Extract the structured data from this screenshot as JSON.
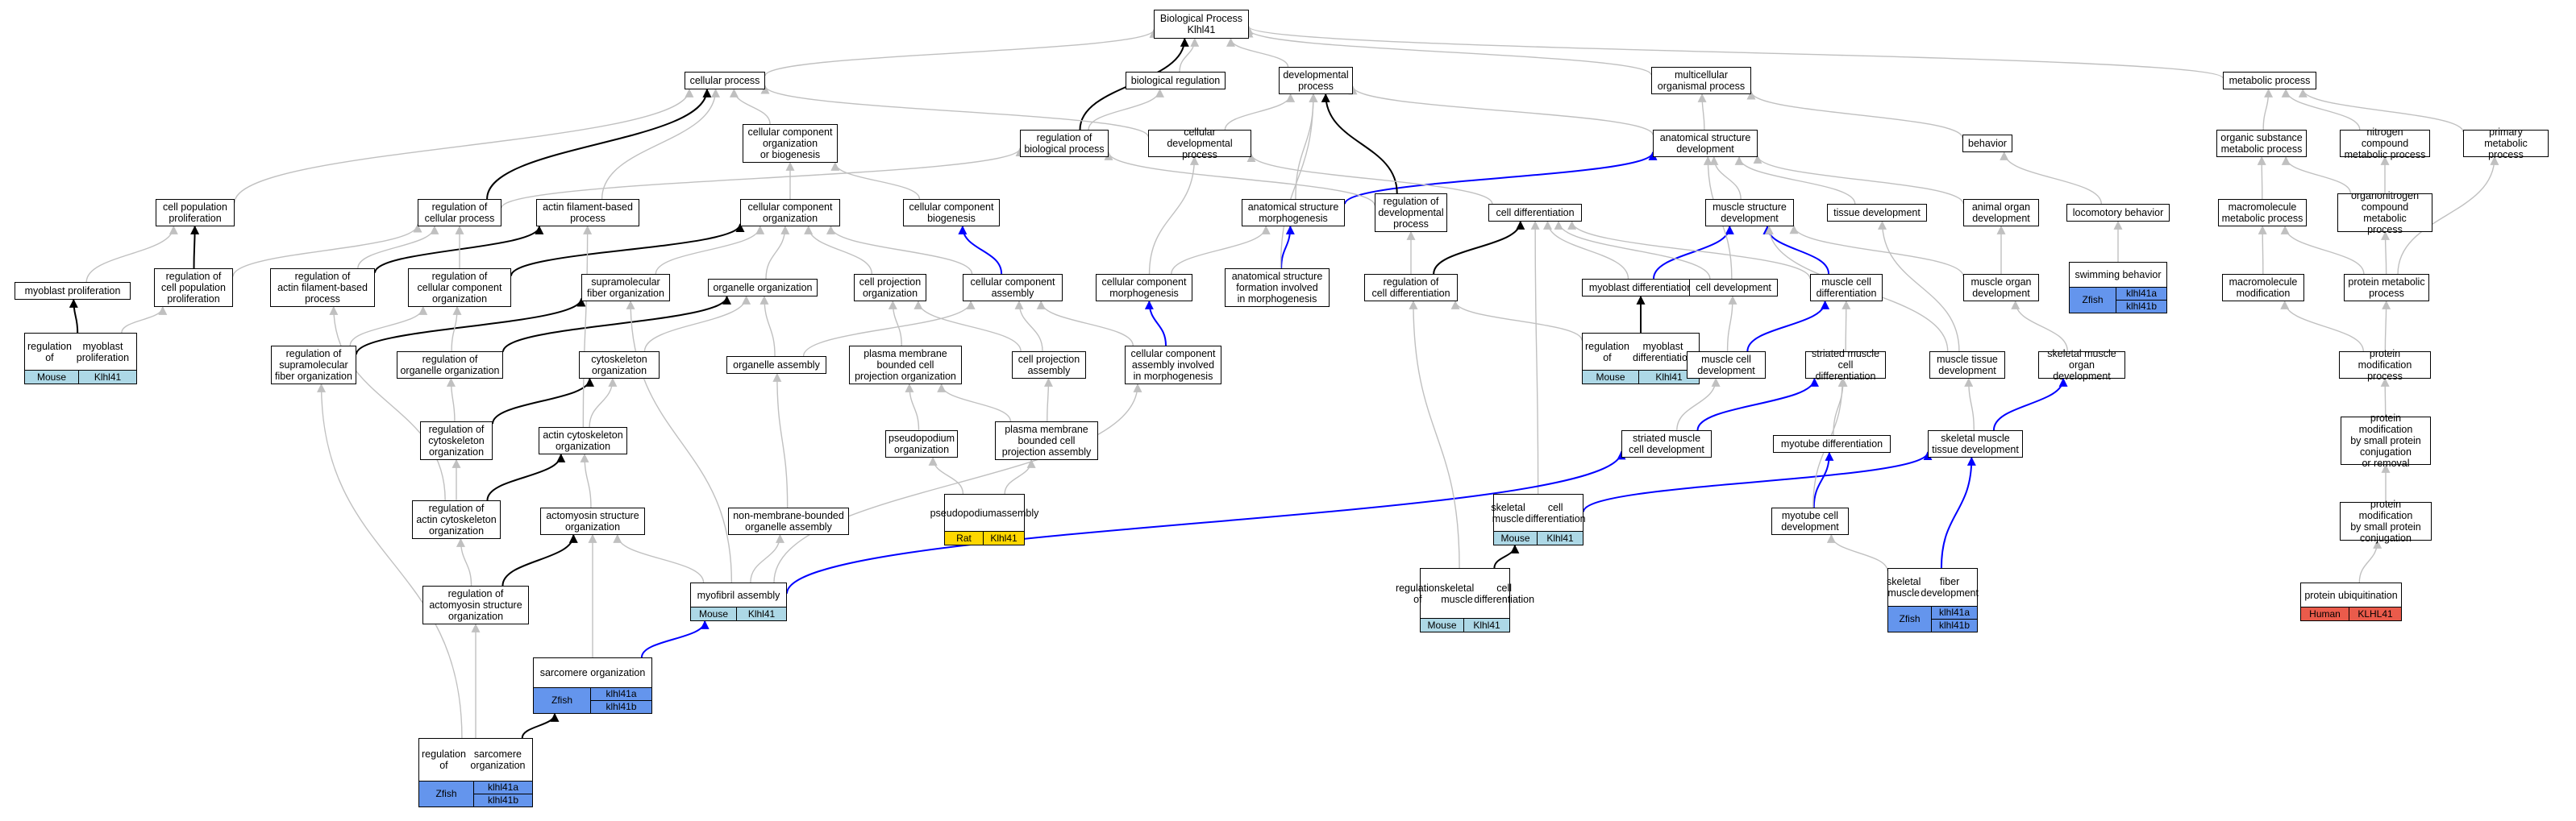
{
  "graph": {
    "colors": {
      "gray": "#c0c0c0",
      "black": "#000000",
      "blue": "#0000ff",
      "Mouse": "#add8e6",
      "Zfish": "#6495ed",
      "Rat": "#ffd700",
      "Human": "#ea5b4b"
    },
    "nodes": [
      {
        "id": "bp",
        "lines": [
          "Biological Process",
          "Klhl41"
        ]
      },
      {
        "id": "cp",
        "lines": [
          "cellular process"
        ]
      },
      {
        "id": "breg",
        "lines": [
          "biological regulation"
        ]
      },
      {
        "id": "dp",
        "lines": [
          "developmental",
          "process"
        ]
      },
      {
        "id": "mop",
        "lines": [
          "multicellular",
          "organismal process"
        ]
      },
      {
        "id": "metp",
        "lines": [
          "metabolic process"
        ]
      },
      {
        "id": "ccob",
        "lines": [
          "cellular component",
          "organization",
          "or biogenesis"
        ]
      },
      {
        "id": "rbp",
        "lines": [
          "regulation of",
          "biological process"
        ]
      },
      {
        "id": "cdp",
        "lines": [
          "cellular developmental",
          "process"
        ]
      },
      {
        "id": "asd",
        "lines": [
          "anatomical structure",
          "development"
        ]
      },
      {
        "id": "beh",
        "lines": [
          "behavior"
        ]
      },
      {
        "id": "osmp",
        "lines": [
          "organic substance",
          "metabolic process"
        ]
      },
      {
        "id": "ncmp",
        "lines": [
          "nitrogen compound",
          "metabolic process"
        ]
      },
      {
        "id": "pmp",
        "lines": [
          "primary metabolic",
          "process"
        ]
      },
      {
        "id": "cpp",
        "lines": [
          "cell population",
          "proliferation"
        ]
      },
      {
        "id": "rcp",
        "lines": [
          "regulation of",
          "cellular process"
        ]
      },
      {
        "id": "afbp",
        "lines": [
          "actin filament-based",
          "process"
        ]
      },
      {
        "id": "cco",
        "lines": [
          "cellular component",
          "organization"
        ]
      },
      {
        "id": "ccb",
        "lines": [
          "cellular component",
          "biogenesis"
        ]
      },
      {
        "id": "asm",
        "lines": [
          "anatomical structure",
          "morphogenesis"
        ]
      },
      {
        "id": "rdp",
        "lines": [
          "regulation of",
          "developmental",
          "process"
        ]
      },
      {
        "id": "celldiff",
        "lines": [
          "cell differentiation"
        ]
      },
      {
        "id": "msd",
        "lines": [
          "muscle structure",
          "development"
        ]
      },
      {
        "id": "td",
        "lines": [
          "tissue development"
        ]
      },
      {
        "id": "aod",
        "lines": [
          "animal organ",
          "development"
        ]
      },
      {
        "id": "locb",
        "lines": [
          "locomotory behavior"
        ]
      },
      {
        "id": "mmp",
        "lines": [
          "macromolecule",
          "metabolic process"
        ]
      },
      {
        "id": "ocmp",
        "lines": [
          "organonitrogen",
          "compound metabolic",
          "process"
        ]
      },
      {
        "id": "mprol",
        "lines": [
          "myoblast proliferation"
        ]
      },
      {
        "id": "rcpp",
        "lines": [
          "regulation of",
          "cell population",
          "proliferation"
        ]
      },
      {
        "id": "rafbp",
        "lines": [
          "regulation of",
          "actin filament-based",
          "process"
        ]
      },
      {
        "id": "rcco",
        "lines": [
          "regulation of",
          "cellular component",
          "organization"
        ]
      },
      {
        "id": "sfo",
        "lines": [
          "supramolecular",
          "fiber organization"
        ]
      },
      {
        "id": "oo",
        "lines": [
          "organelle organization"
        ]
      },
      {
        "id": "cpo",
        "lines": [
          "cell projection",
          "organization"
        ]
      },
      {
        "id": "cca",
        "lines": [
          "cellular component",
          "assembly"
        ]
      },
      {
        "id": "ccm",
        "lines": [
          "cellular component",
          "morphogenesis"
        ]
      },
      {
        "id": "asfim",
        "lines": [
          "anatomical structure",
          "formation involved",
          "in morphogenesis"
        ]
      },
      {
        "id": "rcd",
        "lines": [
          "regulation of",
          "cell differentiation"
        ]
      },
      {
        "id": "mdiff",
        "lines": [
          "myoblast differentiation"
        ]
      },
      {
        "id": "cdev",
        "lines": [
          "cell development"
        ]
      },
      {
        "id": "mcd",
        "lines": [
          "muscle cell",
          "differentiation"
        ]
      },
      {
        "id": "mod",
        "lines": [
          "muscle organ",
          "development"
        ]
      },
      {
        "id": "swim",
        "lines": [
          "swimming behavior"
        ],
        "species": "Zfish",
        "genes": [
          "klhl41a",
          "klhl41b"
        ]
      },
      {
        "id": "mm",
        "lines": [
          "macromolecule",
          "modification"
        ]
      },
      {
        "id": "prmp",
        "lines": [
          "protein metabolic",
          "process"
        ]
      },
      {
        "id": "rmp",
        "lines": [
          "regulation of",
          "myoblast proliferation"
        ],
        "species": "Mouse",
        "genes": [
          "Klhl41"
        ]
      },
      {
        "id": "rsfo",
        "lines": [
          "regulation of",
          "supramolecular",
          "fiber organization"
        ]
      },
      {
        "id": "roo",
        "lines": [
          "regulation of",
          "organelle organization"
        ]
      },
      {
        "id": "cytoo",
        "lines": [
          "cytoskeleton",
          "organization"
        ]
      },
      {
        "id": "oa",
        "lines": [
          "organelle assembly"
        ]
      },
      {
        "id": "pmbcpo",
        "lines": [
          "plasma membrane",
          "bounded cell",
          "projection organization"
        ]
      },
      {
        "id": "cpa",
        "lines": [
          "cell projection",
          "assembly"
        ]
      },
      {
        "id": "ccaim",
        "lines": [
          "cellular component",
          "assembly involved",
          "in morphogenesis"
        ]
      },
      {
        "id": "rmd",
        "lines": [
          "regulation of",
          "myoblast differentiation"
        ],
        "species": "Mouse",
        "genes": [
          "Klhl41"
        ]
      },
      {
        "id": "mcdev",
        "lines": [
          "muscle cell",
          "development"
        ]
      },
      {
        "id": "smcd",
        "lines": [
          "striated muscle",
          "cell differentiation"
        ]
      },
      {
        "id": "mtd",
        "lines": [
          "muscle tissue",
          "development"
        ]
      },
      {
        "id": "smod",
        "lines": [
          "skeletal muscle",
          "organ development"
        ]
      },
      {
        "id": "pmodp",
        "lines": [
          "protein modification",
          "process"
        ]
      },
      {
        "id": "rco",
        "lines": [
          "regulation of",
          "cytoskeleton",
          "organization"
        ]
      },
      {
        "id": "aco",
        "lines": [
          "actin cytoskeleton",
          "organization"
        ]
      },
      {
        "id": "po",
        "lines": [
          "pseudopodium",
          "organization"
        ]
      },
      {
        "id": "pmbcpa",
        "lines": [
          "plasma membrane",
          "bounded cell",
          "projection assembly"
        ]
      },
      {
        "id": "smcdev",
        "lines": [
          "striated muscle",
          "cell development"
        ]
      },
      {
        "id": "mtdiff",
        "lines": [
          "myotube differentiation"
        ]
      },
      {
        "id": "smtd",
        "lines": [
          "skeletal muscle",
          "tissue development"
        ]
      },
      {
        "id": "pmspc",
        "lines": [
          "protein modification",
          "by small protein",
          "conjugation",
          "or removal"
        ]
      },
      {
        "id": "raco",
        "lines": [
          "regulation of",
          "actin cytoskeleton",
          "organization"
        ]
      },
      {
        "id": "aso",
        "lines": [
          "actomyosin structure",
          "organization"
        ]
      },
      {
        "id": "nmboa",
        "lines": [
          "non-membrane-bounded",
          "organelle assembly"
        ]
      },
      {
        "id": "pa",
        "lines": [
          "pseudopodium",
          "assembly"
        ],
        "species": "Rat",
        "genes": [
          "Klhl41"
        ]
      },
      {
        "id": "smcdiff",
        "lines": [
          "skeletal muscle",
          "cell differentiation"
        ],
        "species": "Mouse",
        "genes": [
          "Klhl41"
        ]
      },
      {
        "id": "mtcd",
        "lines": [
          "myotube cell",
          "development"
        ]
      },
      {
        "id": "pmspc2",
        "lines": [
          "protein modification",
          "by small protein",
          "conjugation"
        ]
      },
      {
        "id": "raso",
        "lines": [
          "regulation of",
          "actomyosin structure",
          "organization"
        ]
      },
      {
        "id": "mfa",
        "lines": [
          "myofibril assembly"
        ],
        "species": "Mouse",
        "genes": [
          "Klhl41"
        ]
      },
      {
        "id": "rsmcd",
        "lines": [
          "regulation of",
          "skeletal muscle",
          "cell differentiation"
        ],
        "species": "Mouse",
        "genes": [
          "Klhl41"
        ]
      },
      {
        "id": "smfd",
        "lines": [
          "skeletal muscle",
          "fiber development"
        ],
        "species": "Zfish",
        "genes": [
          "klhl41a",
          "klhl41b"
        ]
      },
      {
        "id": "pu",
        "lines": [
          "protein ubiquitination"
        ],
        "species": "Human",
        "genes": [
          "KLHL41"
        ]
      },
      {
        "id": "so",
        "lines": [
          "sarcomere organization"
        ],
        "species": "Zfish",
        "genes": [
          "klhl41a",
          "klhl41b"
        ]
      },
      {
        "id": "rso",
        "lines": [
          "regulation of",
          "sarcomere organization"
        ],
        "species": "Zfish",
        "genes": [
          "klhl41a",
          "klhl41b"
        ]
      }
    ],
    "edges": [
      [
        "cp",
        "bp",
        "gray"
      ],
      [
        "breg",
        "bp",
        "gray"
      ],
      [
        "dp",
        "bp",
        "gray"
      ],
      [
        "mop",
        "bp",
        "gray"
      ],
      [
        "metp",
        "bp",
        "gray"
      ],
      [
        "ccob",
        "cp",
        "gray"
      ],
      [
        "rbp",
        "breg",
        "gray"
      ],
      [
        "rbp",
        "bp",
        "black"
      ],
      [
        "cdp",
        "dp",
        "gray"
      ],
      [
        "cdp",
        "cp",
        "gray"
      ],
      [
        "asd",
        "dp",
        "gray"
      ],
      [
        "asd",
        "mop",
        "gray"
      ],
      [
        "beh",
        "mop",
        "gray"
      ],
      [
        "osmp",
        "metp",
        "gray"
      ],
      [
        "ncmp",
        "metp",
        "gray"
      ],
      [
        "pmp",
        "metp",
        "gray"
      ],
      [
        "cpp",
        "cp",
        "gray"
      ],
      [
        "rcp",
        "cp",
        "black"
      ],
      [
        "rcp",
        "rbp",
        "gray"
      ],
      [
        "afbp",
        "cp",
        "gray"
      ],
      [
        "cco",
        "ccob",
        "gray"
      ],
      [
        "ccb",
        "ccob",
        "gray"
      ],
      [
        "asm",
        "asd",
        "blue"
      ],
      [
        "asm",
        "dp",
        "gray"
      ],
      [
        "rdp",
        "dp",
        "black"
      ],
      [
        "rdp",
        "rbp",
        "gray"
      ],
      [
        "celldiff",
        "cdp",
        "gray"
      ],
      [
        "msd",
        "asd",
        "gray"
      ],
      [
        "td",
        "asd",
        "gray"
      ],
      [
        "aod",
        "asd",
        "gray"
      ],
      [
        "locb",
        "beh",
        "gray"
      ],
      [
        "mmp",
        "osmp",
        "gray"
      ],
      [
        "ocmp",
        "ncmp",
        "gray"
      ],
      [
        "ocmp",
        "osmp",
        "gray"
      ],
      [
        "mprol",
        "cpp",
        "gray"
      ],
      [
        "rcpp",
        "cpp",
        "black"
      ],
      [
        "rcpp",
        "rcp",
        "gray"
      ],
      [
        "rafbp",
        "rcp",
        "gray"
      ],
      [
        "rafbp",
        "afbp",
        "black"
      ],
      [
        "rcco",
        "rcp",
        "gray"
      ],
      [
        "rcco",
        "cco",
        "black"
      ],
      [
        "sfo",
        "cco",
        "gray"
      ],
      [
        "oo",
        "cco",
        "gray"
      ],
      [
        "cpo",
        "cco",
        "gray"
      ],
      [
        "cca",
        "ccb",
        "blue"
      ],
      [
        "cca",
        "cco",
        "gray"
      ],
      [
        "ccm",
        "asm",
        "gray"
      ],
      [
        "ccm",
        "cdp",
        "gray"
      ],
      [
        "asfim",
        "asm",
        "blue"
      ],
      [
        "asfim",
        "dp",
        "gray"
      ],
      [
        "rcd",
        "celldiff",
        "black"
      ],
      [
        "rcd",
        "rdp",
        "gray"
      ],
      [
        "mdiff",
        "celldiff",
        "gray"
      ],
      [
        "mdiff",
        "msd",
        "blue"
      ],
      [
        "cdev",
        "celldiff",
        "gray"
      ],
      [
        "cdev",
        "asd",
        "gray"
      ],
      [
        "mcd",
        "msd",
        "blue"
      ],
      [
        "mcd",
        "celldiff",
        "gray"
      ],
      [
        "mod",
        "aod",
        "gray"
      ],
      [
        "mod",
        "msd",
        "gray"
      ],
      [
        "swim",
        "locb",
        "gray"
      ],
      [
        "mm",
        "mmp",
        "gray"
      ],
      [
        "prmp",
        "mmp",
        "gray"
      ],
      [
        "prmp",
        "pmp",
        "gray"
      ],
      [
        "prmp",
        "ocmp",
        "gray"
      ],
      [
        "rmp",
        "mprol",
        "black"
      ],
      [
        "rmp",
        "rcpp",
        "gray"
      ],
      [
        "rsfo",
        "rcco",
        "gray"
      ],
      [
        "rsfo",
        "sfo",
        "black"
      ],
      [
        "roo",
        "rcco",
        "gray"
      ],
      [
        "roo",
        "oo",
        "black"
      ],
      [
        "cytoo",
        "oo",
        "gray"
      ],
      [
        "oa",
        "oo",
        "gray"
      ],
      [
        "oa",
        "cca",
        "gray"
      ],
      [
        "pmbcpo",
        "cpo",
        "gray"
      ],
      [
        "cpa",
        "cpo",
        "gray"
      ],
      [
        "cpa",
        "cca",
        "gray"
      ],
      [
        "ccaim",
        "ccm",
        "blue"
      ],
      [
        "ccaim",
        "cca",
        "gray"
      ],
      [
        "rmd",
        "mdiff",
        "black"
      ],
      [
        "rmd",
        "rcd",
        "gray"
      ],
      [
        "mcdev",
        "cdev",
        "gray"
      ],
      [
        "mcdev",
        "mcd",
        "blue"
      ],
      [
        "smcd",
        "mcd",
        "gray"
      ],
      [
        "mtd",
        "td",
        "gray"
      ],
      [
        "mtd",
        "msd",
        "gray"
      ],
      [
        "smod",
        "mod",
        "gray"
      ],
      [
        "pmodp",
        "mm",
        "gray"
      ],
      [
        "pmodp",
        "prmp",
        "gray"
      ],
      [
        "rco",
        "roo",
        "gray"
      ],
      [
        "rco",
        "cytoo",
        "black"
      ],
      [
        "aco",
        "afbp",
        "gray"
      ],
      [
        "aco",
        "cytoo",
        "gray"
      ],
      [
        "po",
        "pmbcpo",
        "gray"
      ],
      [
        "pmbcpa",
        "pmbcpo",
        "gray"
      ],
      [
        "pmbcpa",
        "cpa",
        "gray"
      ],
      [
        "smcdev",
        "mcdev",
        "gray"
      ],
      [
        "smcdev",
        "smcd",
        "blue"
      ],
      [
        "mtdiff",
        "smcd",
        "gray"
      ],
      [
        "smtd",
        "mtd",
        "gray"
      ],
      [
        "smtd",
        "smod",
        "blue"
      ],
      [
        "pmspc",
        "pmodp",
        "gray"
      ],
      [
        "raco",
        "rco",
        "gray"
      ],
      [
        "raco",
        "rafbp",
        "gray"
      ],
      [
        "raco",
        "aco",
        "black"
      ],
      [
        "aso",
        "aco",
        "gray"
      ],
      [
        "nmboa",
        "oa",
        "gray"
      ],
      [
        "pa",
        "po",
        "gray"
      ],
      [
        "pa",
        "pmbcpa",
        "gray"
      ],
      [
        "smcdiff",
        "smtd",
        "blue"
      ],
      [
        "smcdiff",
        "celldiff",
        "gray"
      ],
      [
        "mtcd",
        "mtdiff",
        "blue"
      ],
      [
        "mtcd",
        "smcd",
        "gray"
      ],
      [
        "pmspc2",
        "pmspc",
        "gray"
      ],
      [
        "raso",
        "raco",
        "gray"
      ],
      [
        "raso",
        "aso",
        "black"
      ],
      [
        "mfa",
        "aso",
        "gray"
      ],
      [
        "mfa",
        "sfo",
        "gray"
      ],
      [
        "mfa",
        "nmboa",
        "gray"
      ],
      [
        "mfa",
        "smcdev",
        "blue"
      ],
      [
        "mfa",
        "ccaim",
        "gray"
      ],
      [
        "rsmcd",
        "smcdiff",
        "black"
      ],
      [
        "rsmcd",
        "rcd",
        "gray"
      ],
      [
        "smfd",
        "mtcd",
        "gray"
      ],
      [
        "smfd",
        "smtd",
        "blue"
      ],
      [
        "pu",
        "pmspc2",
        "gray"
      ],
      [
        "so",
        "mfa",
        "blue"
      ],
      [
        "so",
        "aso",
        "gray"
      ],
      [
        "rso",
        "so",
        "black"
      ],
      [
        "rso",
        "raso",
        "gray"
      ],
      [
        "rso",
        "rsfo",
        "gray"
      ]
    ]
  }
}
